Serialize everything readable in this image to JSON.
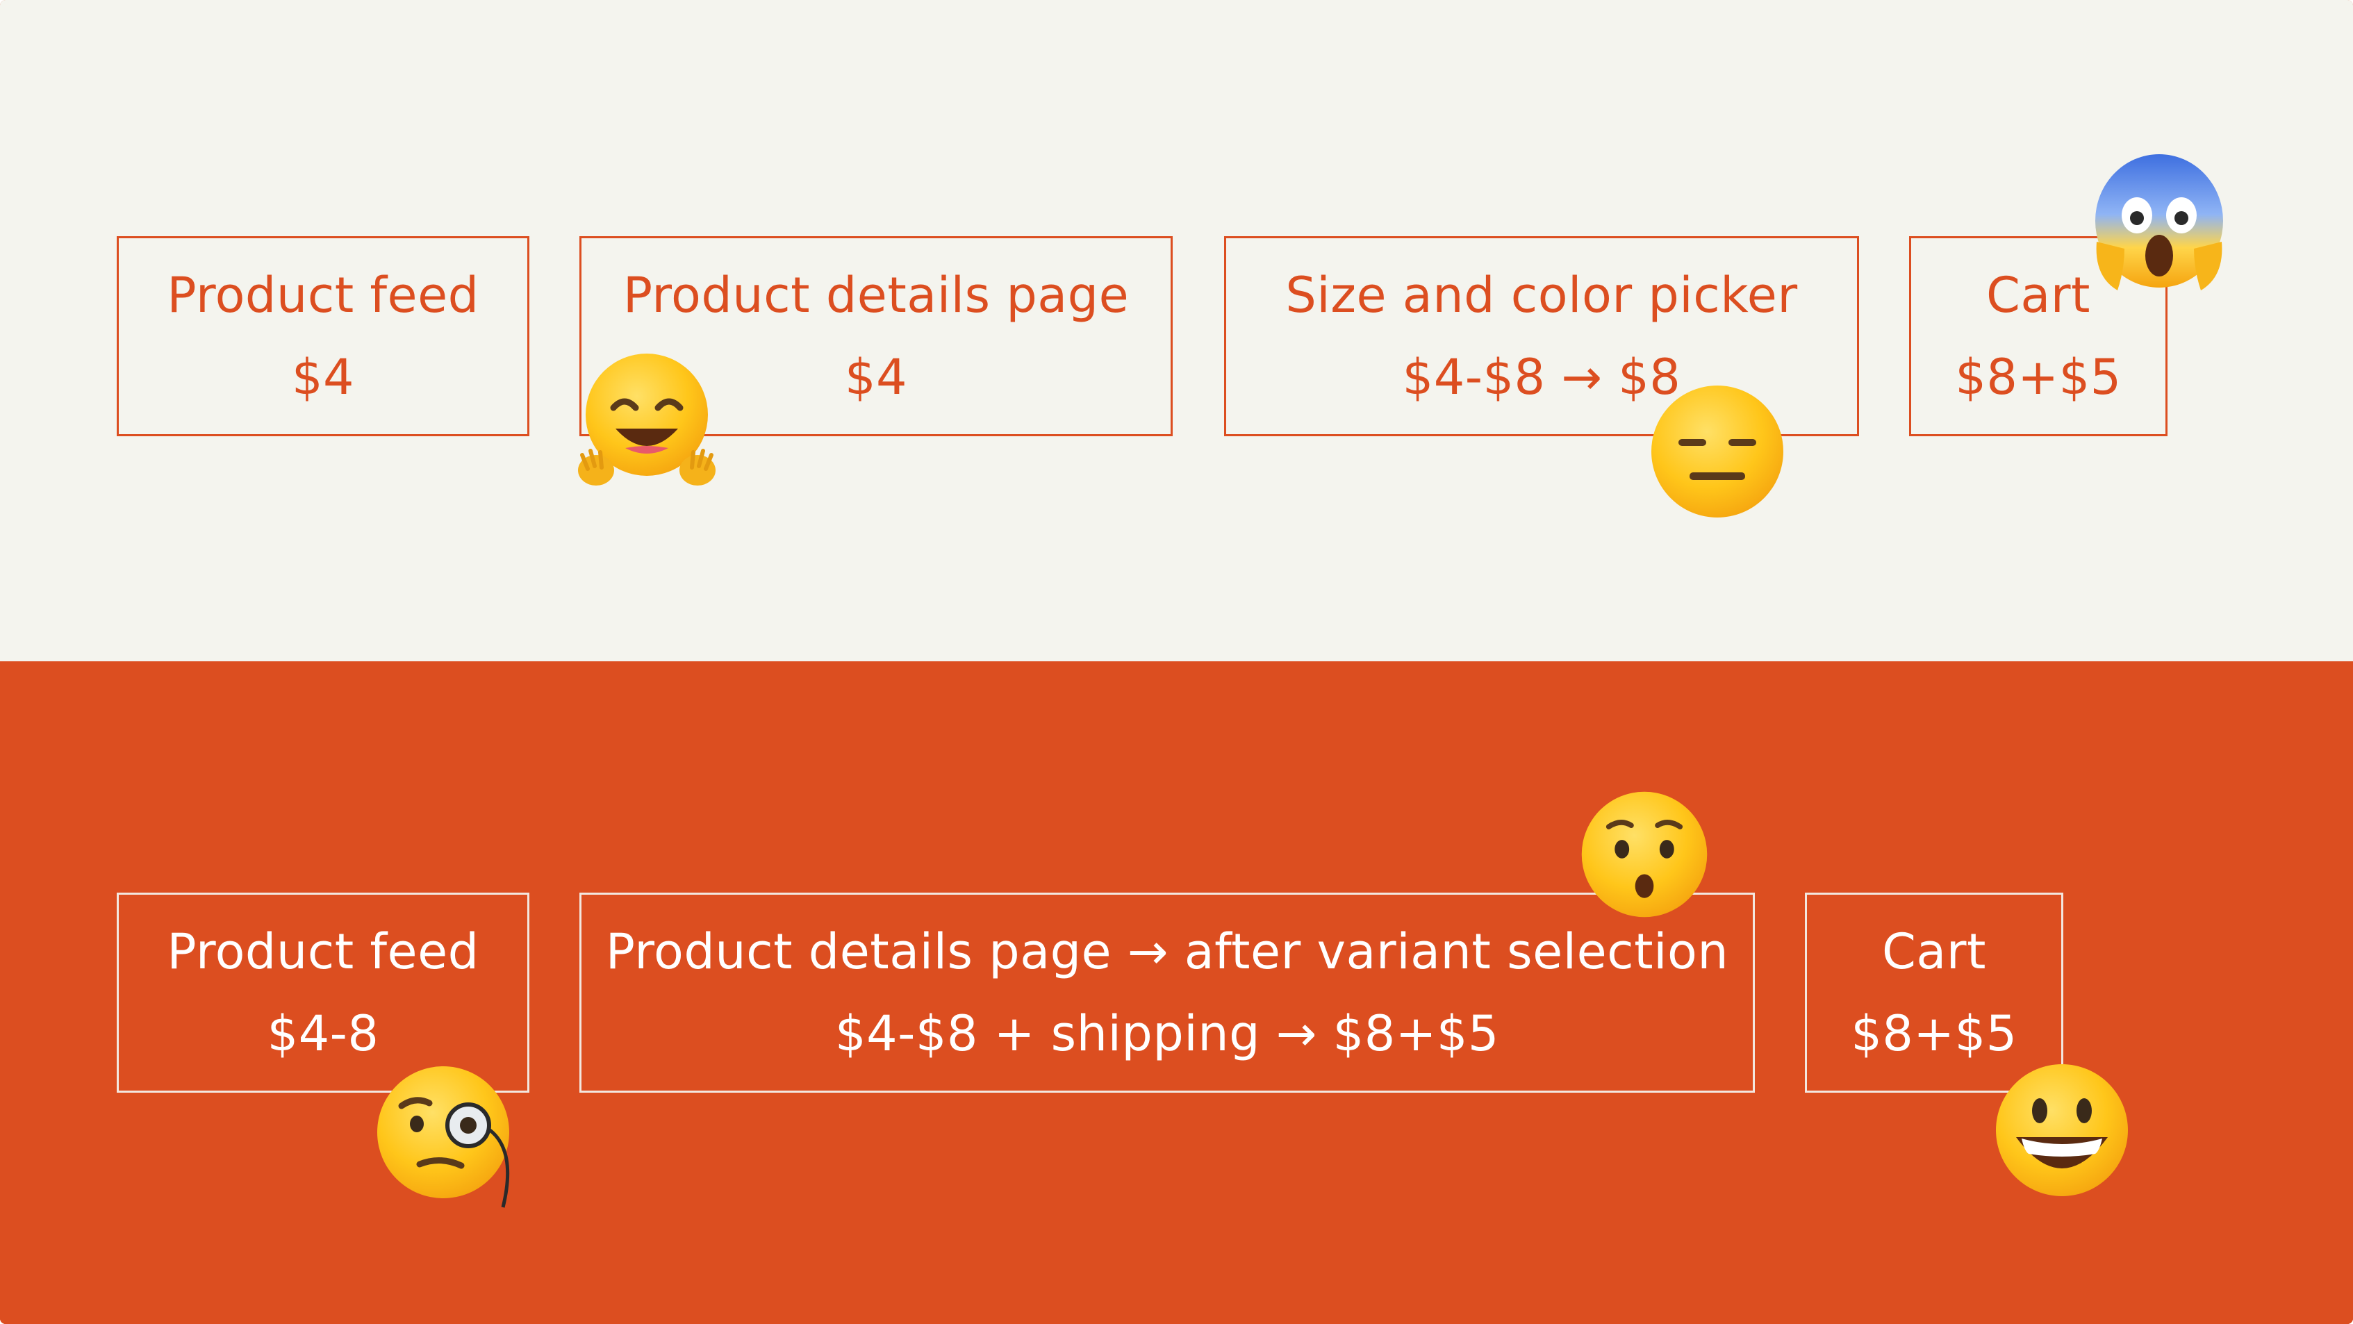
{
  "top_flow": {
    "steps": [
      {
        "title": "Product feed",
        "price": "$4"
      },
      {
        "title": "Product details page",
        "price": "$4"
      },
      {
        "title": "Size and color picker",
        "price": "$4-$8 → $8"
      },
      {
        "title": "Cart",
        "price": "$8+$5"
      }
    ],
    "reactions": [
      "hugging-face",
      "expressionless-face",
      "face-screaming-in-fear"
    ]
  },
  "bottom_flow": {
    "steps": [
      {
        "title": "Product feed",
        "price": "$4-8"
      },
      {
        "title": "Product details page → after variant selection",
        "price": "$4-$8 + shipping → $8+$5"
      },
      {
        "title": "Cart",
        "price": "$8+$5"
      }
    ],
    "reactions": [
      "face-with-monocle",
      "hushed-face",
      "grinning-face"
    ]
  },
  "colors": {
    "accent": "#DC4E20",
    "light_bg": "#F4F4EE",
    "white": "#FFFFFF"
  }
}
